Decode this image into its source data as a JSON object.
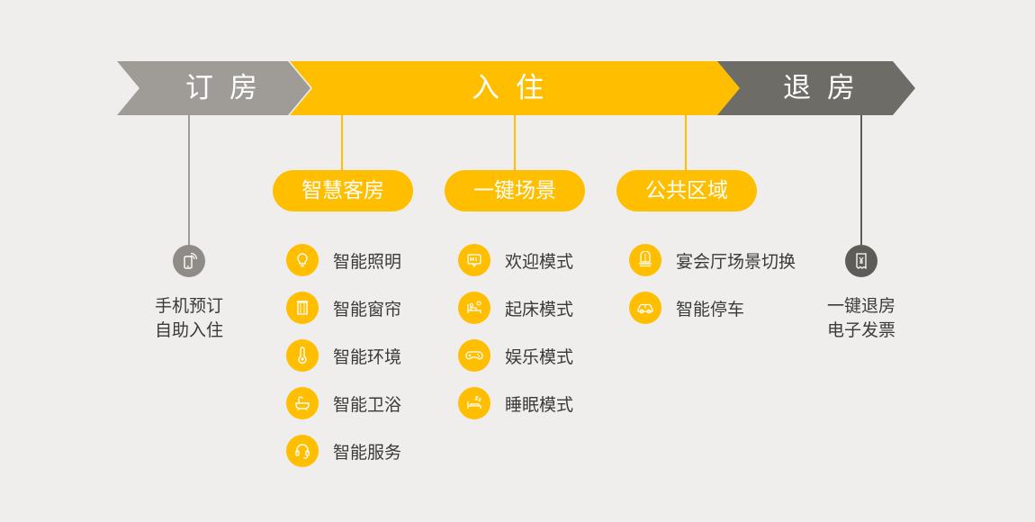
{
  "phases": {
    "book": "订房",
    "stay": "入住",
    "checkout": "退房"
  },
  "categories": {
    "smart_room": "智慧客房",
    "one_key_scene": "一键场景",
    "public_area": "公共区域"
  },
  "smart_room_items": [
    "智能照明",
    "智能窗帘",
    "智能环境",
    "智能卫浴",
    "智能服务"
  ],
  "scene_items": [
    "欢迎模式",
    "起床模式",
    "娱乐模式",
    "睡眠模式"
  ],
  "public_items": [
    "宴会厅场景切换",
    "智能停车"
  ],
  "book_notes": [
    "手机预订",
    "自助入住"
  ],
  "checkout_notes": [
    "一键退房",
    "电子发票"
  ],
  "colors": {
    "accent": "#ffbf00",
    "book_grey": "#9f9c97",
    "checkout_dark": "#6e6c67",
    "background": "#efeeec"
  },
  "icons": {
    "book": "phone-signal-icon",
    "checkout": "receipt-yen-icon",
    "smart_room": [
      "lightbulb-icon",
      "curtain-icon",
      "thermometer-icon",
      "bathtub-icon",
      "headset-icon"
    ],
    "scene": [
      "hi-sign-icon",
      "wake-up-bed-icon",
      "gamepad-icon",
      "sleeping-bed-icon"
    ],
    "public": [
      "banquet-hall-icon",
      "car-icon"
    ]
  }
}
